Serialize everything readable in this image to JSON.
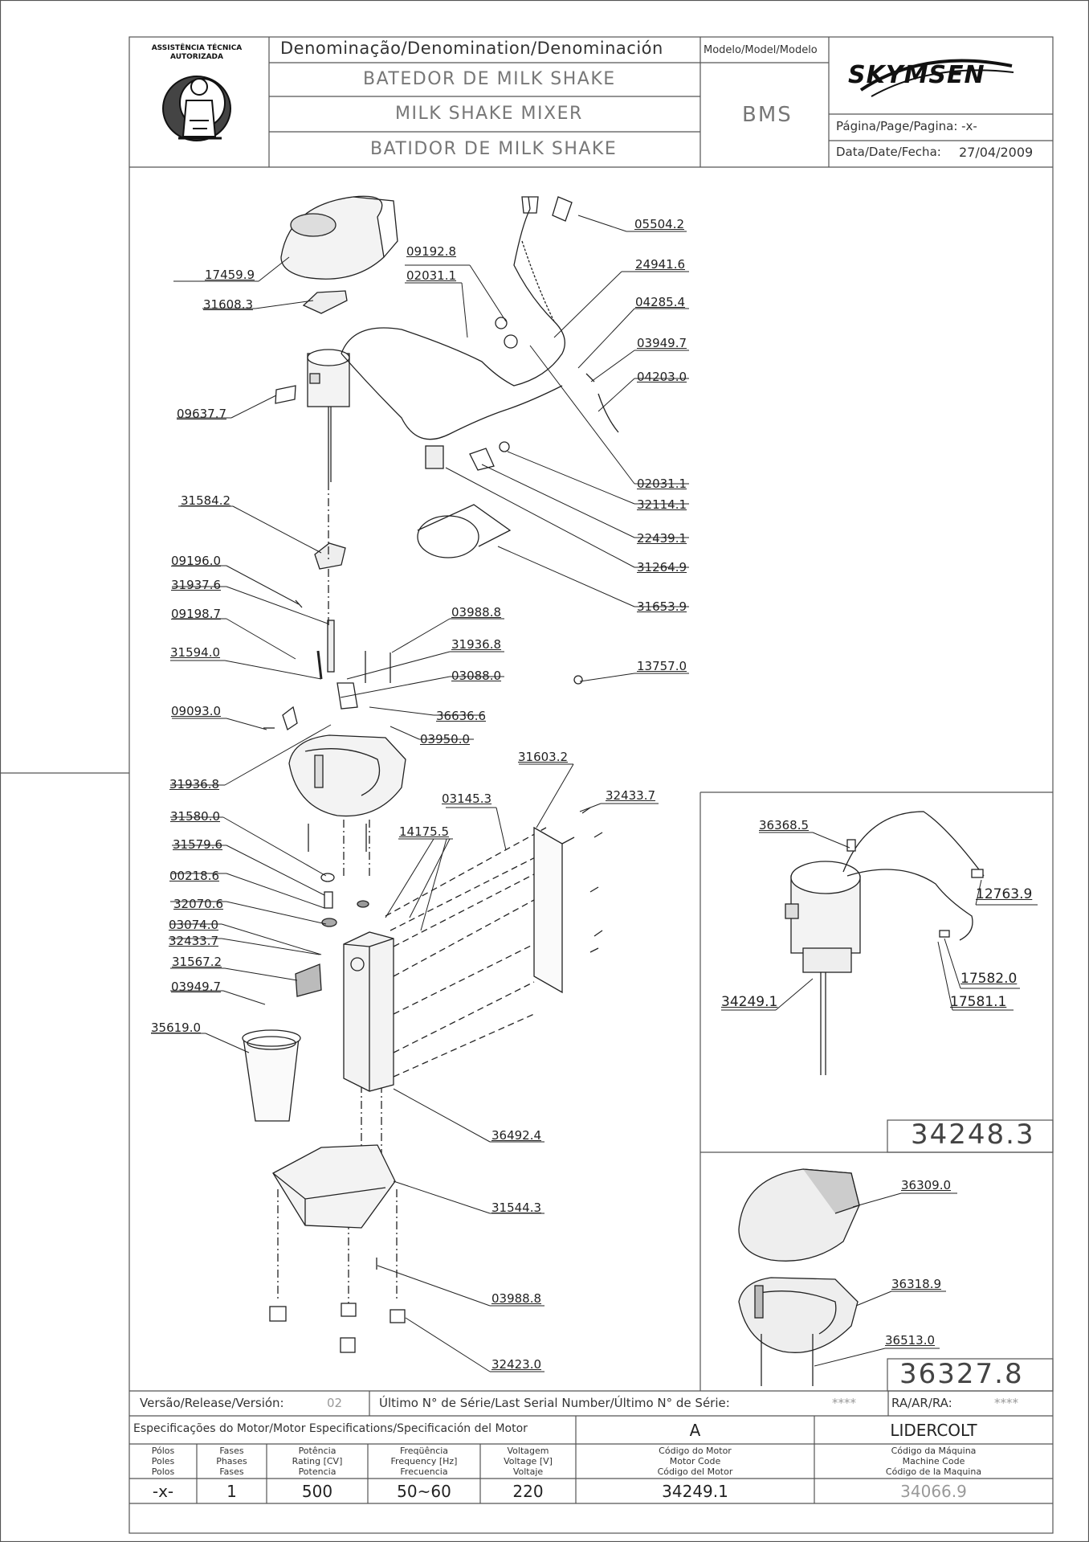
{
  "header": {
    "denomination_label": "Denominação/Denomination/Denominación",
    "model_label": "Modelo/Model/Modelo",
    "title_pt": "BATEDOR DE MILK SHAKE",
    "title_en": "MILK SHAKE MIXER",
    "title_es": "BATIDOR DE MILK SHAKE",
    "model": "BMS",
    "brand": "SKYMSEN",
    "page_label": "Página/Page/Pagina: -x-",
    "date_label": "Data/Date/Fecha:",
    "date": "27/04/2009",
    "seal_text": "ASSISTÊNCIA TÉCNICA AUTORIZADA"
  },
  "parts": [
    "05504.2",
    "09192.8",
    "02031.1",
    "24941.6",
    "17459.9",
    "04285.4",
    "31608.3",
    "03949.7",
    "04203.0",
    "09637.7",
    "02031.1",
    "32114.1",
    "31584.2",
    "22439.1",
    "31264.9",
    "09196.0",
    "31937.6",
    "31653.9",
    "09198.7",
    "03988.8",
    "31936.8",
    "31594.0",
    "03088.0",
    "13757.0",
    "09093.0",
    "36636.6",
    "03950.0",
    "31936.8",
    "31603.2",
    "03145.3",
    "32433.7",
    "31580.0",
    "14175.5",
    "31579.6",
    "00218.6",
    "32070.6",
    "03074.0",
    "32433.7",
    "31567.2",
    "03949.7",
    "35619.0",
    "36492.4",
    "31544.3",
    "03988.8",
    "32423.0"
  ],
  "detail_motor": {
    "parts": [
      "36368.5",
      "12763.9",
      "17582.0",
      "34249.1",
      "17581.1"
    ],
    "assembly_code": "34248.3"
  },
  "detail_housing": {
    "parts": [
      "36309.0",
      "36318.9",
      "36513.0"
    ],
    "assembly_code": "36327.8"
  },
  "footer": {
    "version_label": "Versão/Release/Versión:",
    "version": "02",
    "serial_label": "Último N° de Série/Last Serial Number/Último N° de Série:",
    "serial": "****",
    "ra_label": "RA/AR/RA:",
    "ra": "****",
    "motor_spec_label": "Especificações do Motor/Motor Especifications/Specificación del Motor",
    "motor_letter": "A",
    "manufacturer": "LIDERCOLT",
    "col_poles": [
      "Pólos",
      "Poles",
      "Polos"
    ],
    "col_phases": [
      "Fases",
      "Phases",
      "Fases"
    ],
    "col_power": [
      "Potência",
      "Rating [CV]",
      "Potencia"
    ],
    "col_freq": [
      "Freqüência",
      "Frequency [Hz]",
      "Frecuencia"
    ],
    "col_voltage": [
      "Voltagem",
      "Voltage [V]",
      "Voltaje"
    ],
    "col_motor_code": [
      "Código do Motor",
      "Motor Code",
      "Código del Motor"
    ],
    "col_machine_code": [
      "Código da Máquina",
      "Machine Code",
      "Código de la Maquina"
    ],
    "poles": "-x-",
    "phases": "1",
    "power": "500",
    "frequency": "50~60",
    "voltage": "220",
    "motor_code": "34249.1",
    "machine_code": "34066.9"
  }
}
